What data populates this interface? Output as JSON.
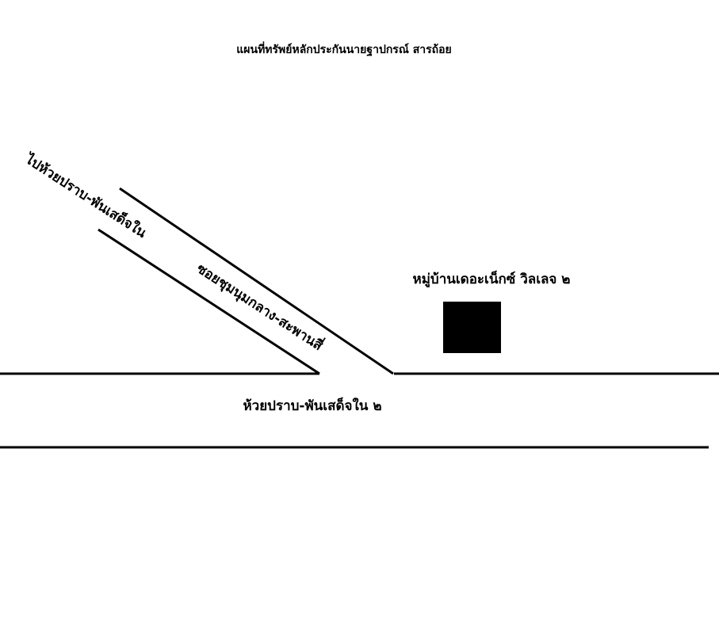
{
  "map": {
    "title": "แผนที่ทรัพย์หลักประกันนายฐาปกรณ์ สารถ้อย",
    "labels": {
      "to_road": "ไปห้วยปราบ-พันเสด็จใน",
      "soi": "ซอยชุมนุมกลาง-สะพานสี่",
      "main_road": "ห้วยปราบ-พันเสด็จใน ๒",
      "village": "หมู่บ้านเดอะเน็กซ์ วิลเลจ ๒"
    },
    "colors": {
      "background": "#ffffff",
      "road_line": "#000000",
      "property_marker": "#000000"
    }
  }
}
